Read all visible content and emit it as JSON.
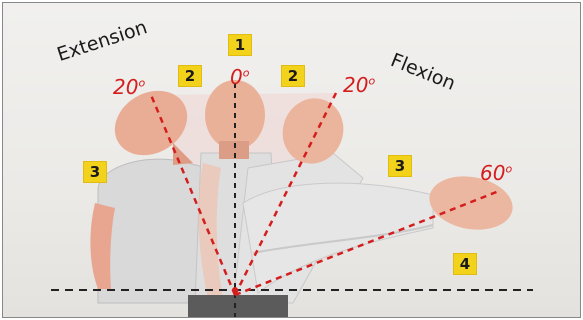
{
  "labels": {
    "extension": "Extension",
    "flexion": "Flexion"
  },
  "angles": {
    "neutral": "0",
    "extension": "20",
    "flexion_mid": "20",
    "flexion_full": "60",
    "degree_symbol": "o"
  },
  "badges": {
    "top": "1",
    "left_near": "2",
    "right_near": "2",
    "left_far": "3",
    "right_far": "3",
    "bottom": "4"
  },
  "colors": {
    "badge_fill": "#f3d21c",
    "angle_text": "#d41e1e",
    "line_red": "#d41e1e",
    "axis_black": "#222222"
  }
}
